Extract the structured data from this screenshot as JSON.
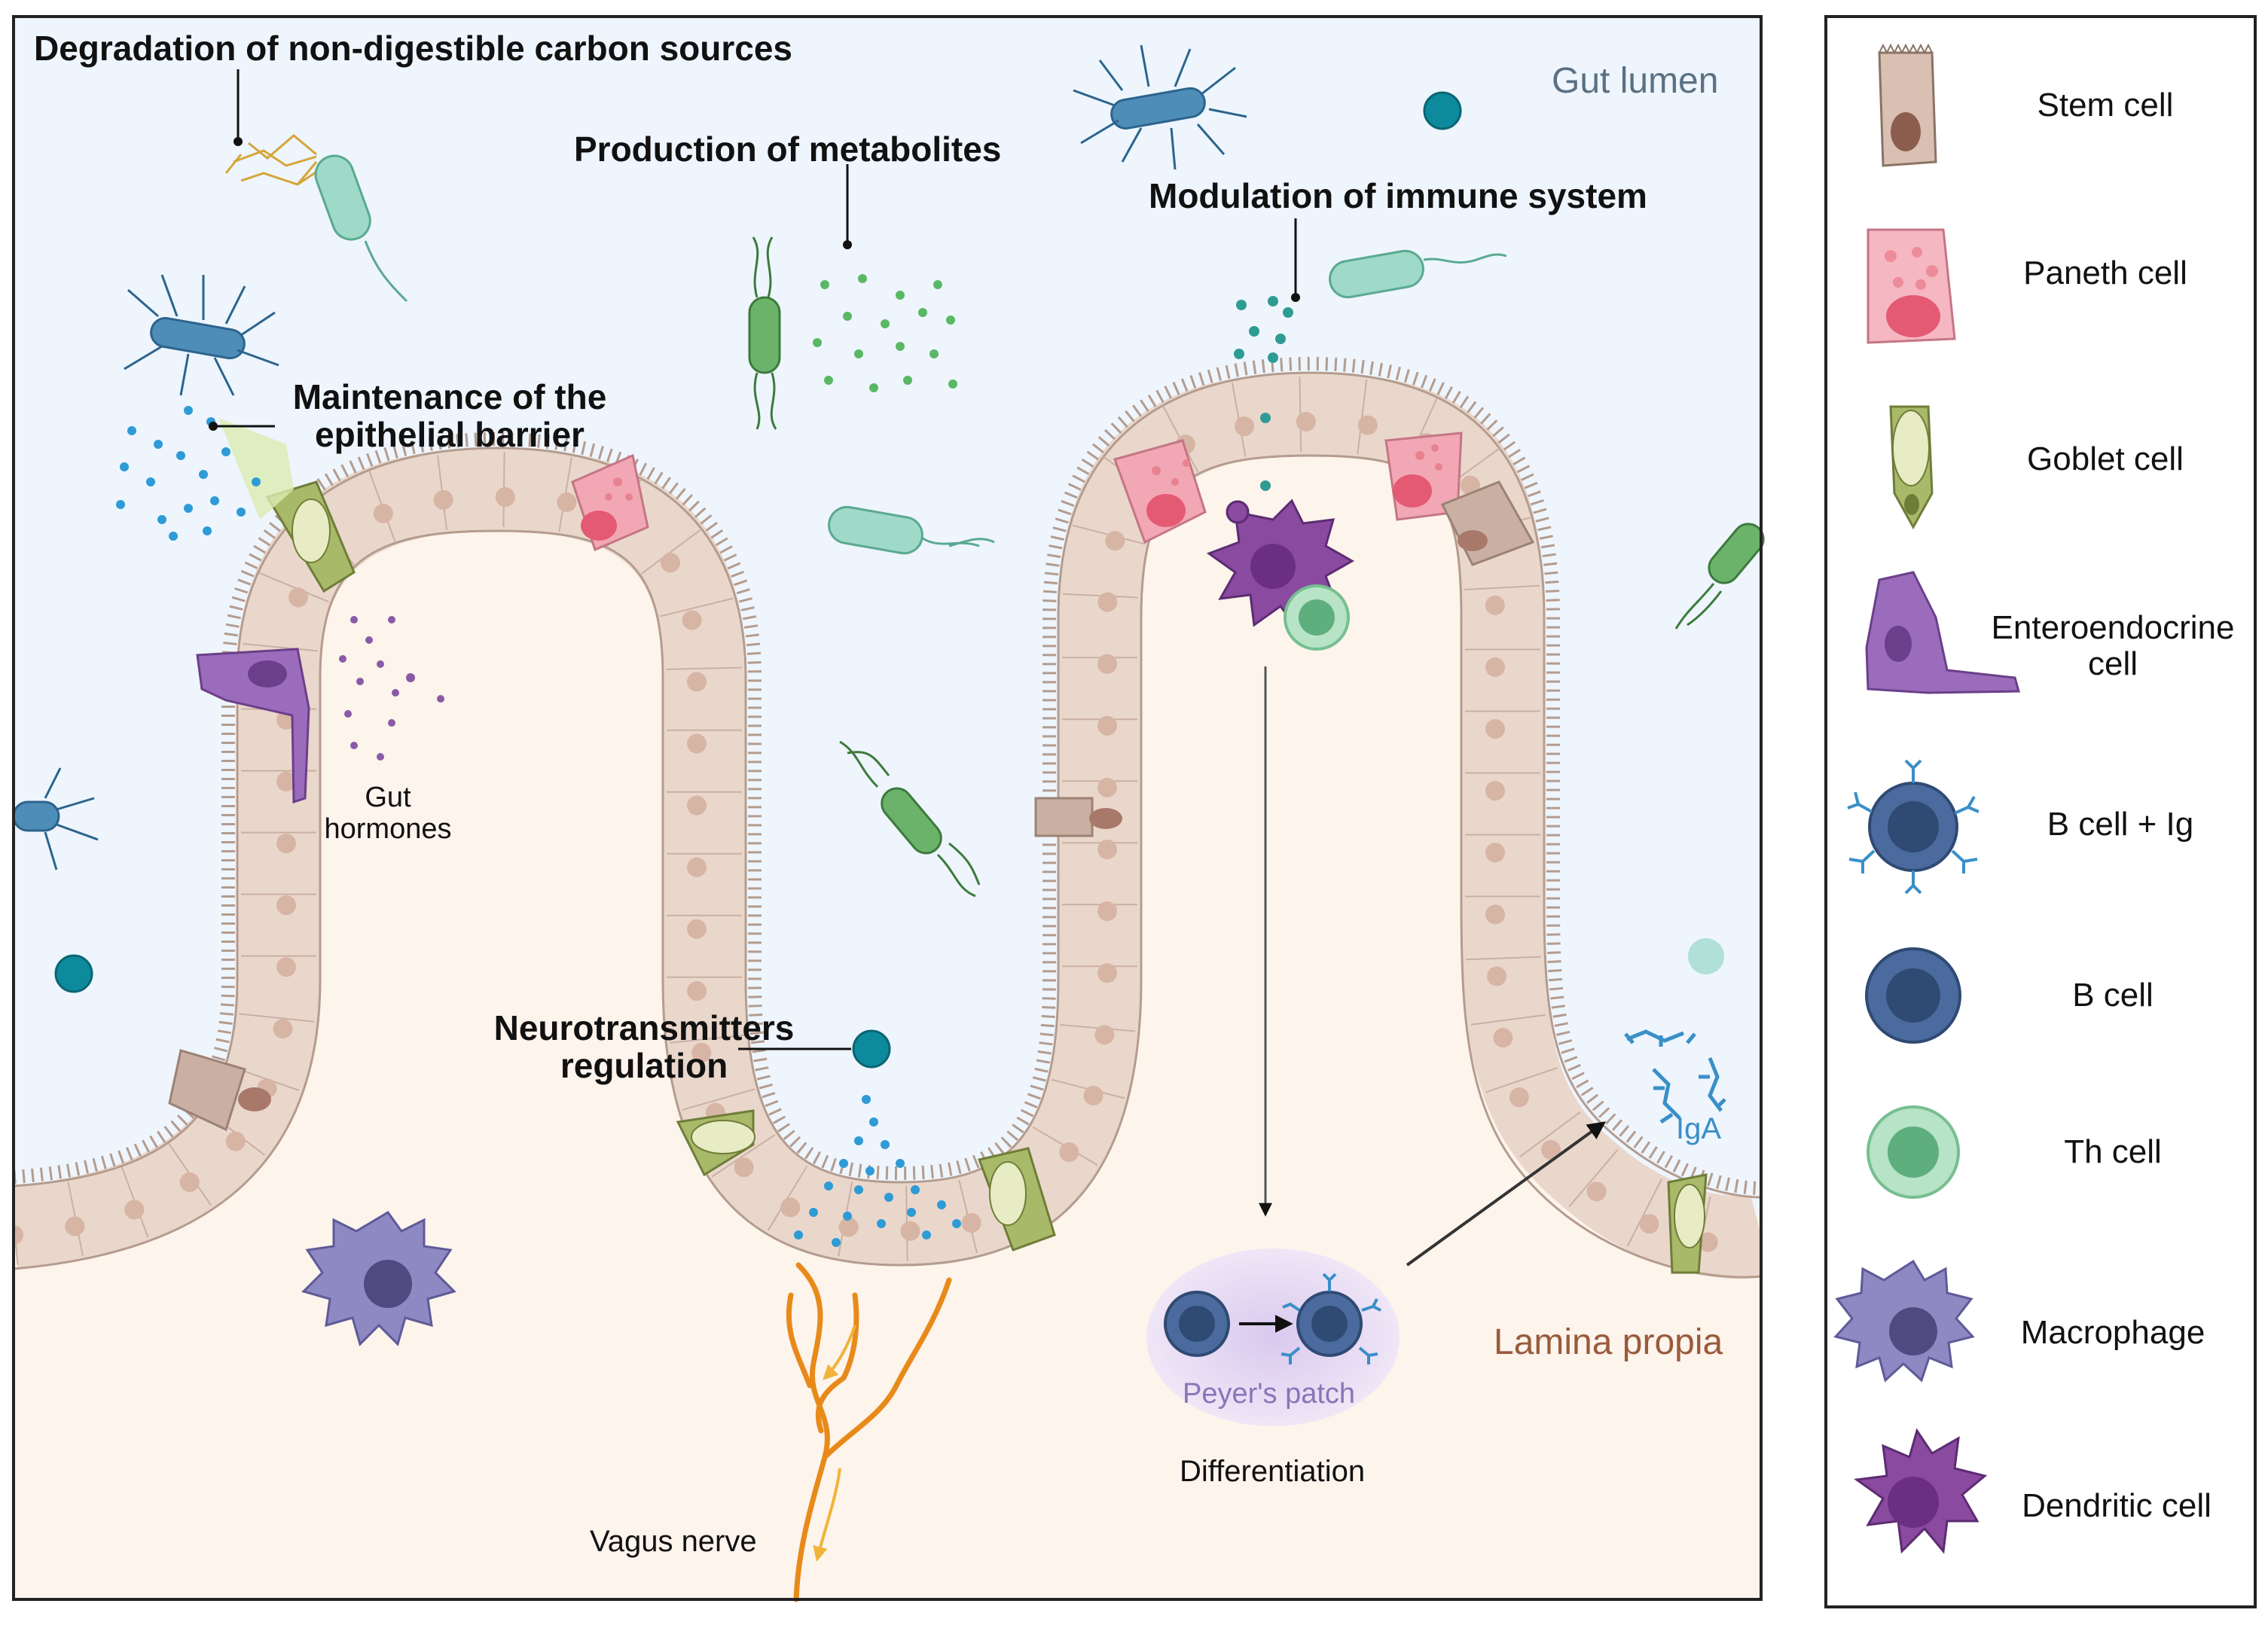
{
  "regions": {
    "lumen": "Gut lumen",
    "lamina": "Lamina propia"
  },
  "annotations": {
    "degradation": "Degradation of non-digestible carbon sources",
    "metabolites": "Production of metabolites",
    "immune": "Modulation of immune system",
    "barrier_line1": "Maintenance of the",
    "barrier_line2": "epithelial barrier",
    "neuro_line1": "Neurotransmitters",
    "neuro_line2": "regulation",
    "hormones_line1": "Gut",
    "hormones_line2": "hormones",
    "peyers": "Peyer's patch",
    "differentiation": "Differentiation",
    "vagus": "Vagus nerve",
    "iga": "IgA"
  },
  "legend": {
    "items": [
      {
        "label": "Stem cell",
        "icon": "stem-cell-icon"
      },
      {
        "label": "Paneth cell",
        "icon": "paneth-cell-icon"
      },
      {
        "label": "Goblet cell",
        "icon": "goblet-cell-icon"
      },
      {
        "label_line1": "Enteroendocrine",
        "label_line2": "cell",
        "icon": "enteroendocrine-cell-icon"
      },
      {
        "label": "B cell + Ig",
        "icon": "b-cell-ig-icon"
      },
      {
        "label": "B cell",
        "icon": "b-cell-icon"
      },
      {
        "label": "Th cell",
        "icon": "th-cell-icon"
      },
      {
        "label": "Macrophage",
        "icon": "macrophage-icon"
      },
      {
        "label": "Dendritic cell",
        "icon": "dendritic-cell-icon"
      }
    ]
  },
  "colors": {
    "lumen_bg": "#eef5fd",
    "lamina_bg": "#fdf4ec",
    "epithelium": "#ead7cc",
    "epithelium_stroke": "#b49c8e",
    "nucleus": "#d7b5a5",
    "paneth": "#f2a7b4",
    "goblet": "#a9b96a",
    "enteroendocrine": "#9b6cbb",
    "b_cell": "#4b6b9e",
    "th_cell": "#8fd0a6",
    "macrophage": "#8e89c2",
    "dendritic": "#8a4aa0",
    "nerve": "#e88a1a",
    "iga": "#3a8fc8"
  }
}
